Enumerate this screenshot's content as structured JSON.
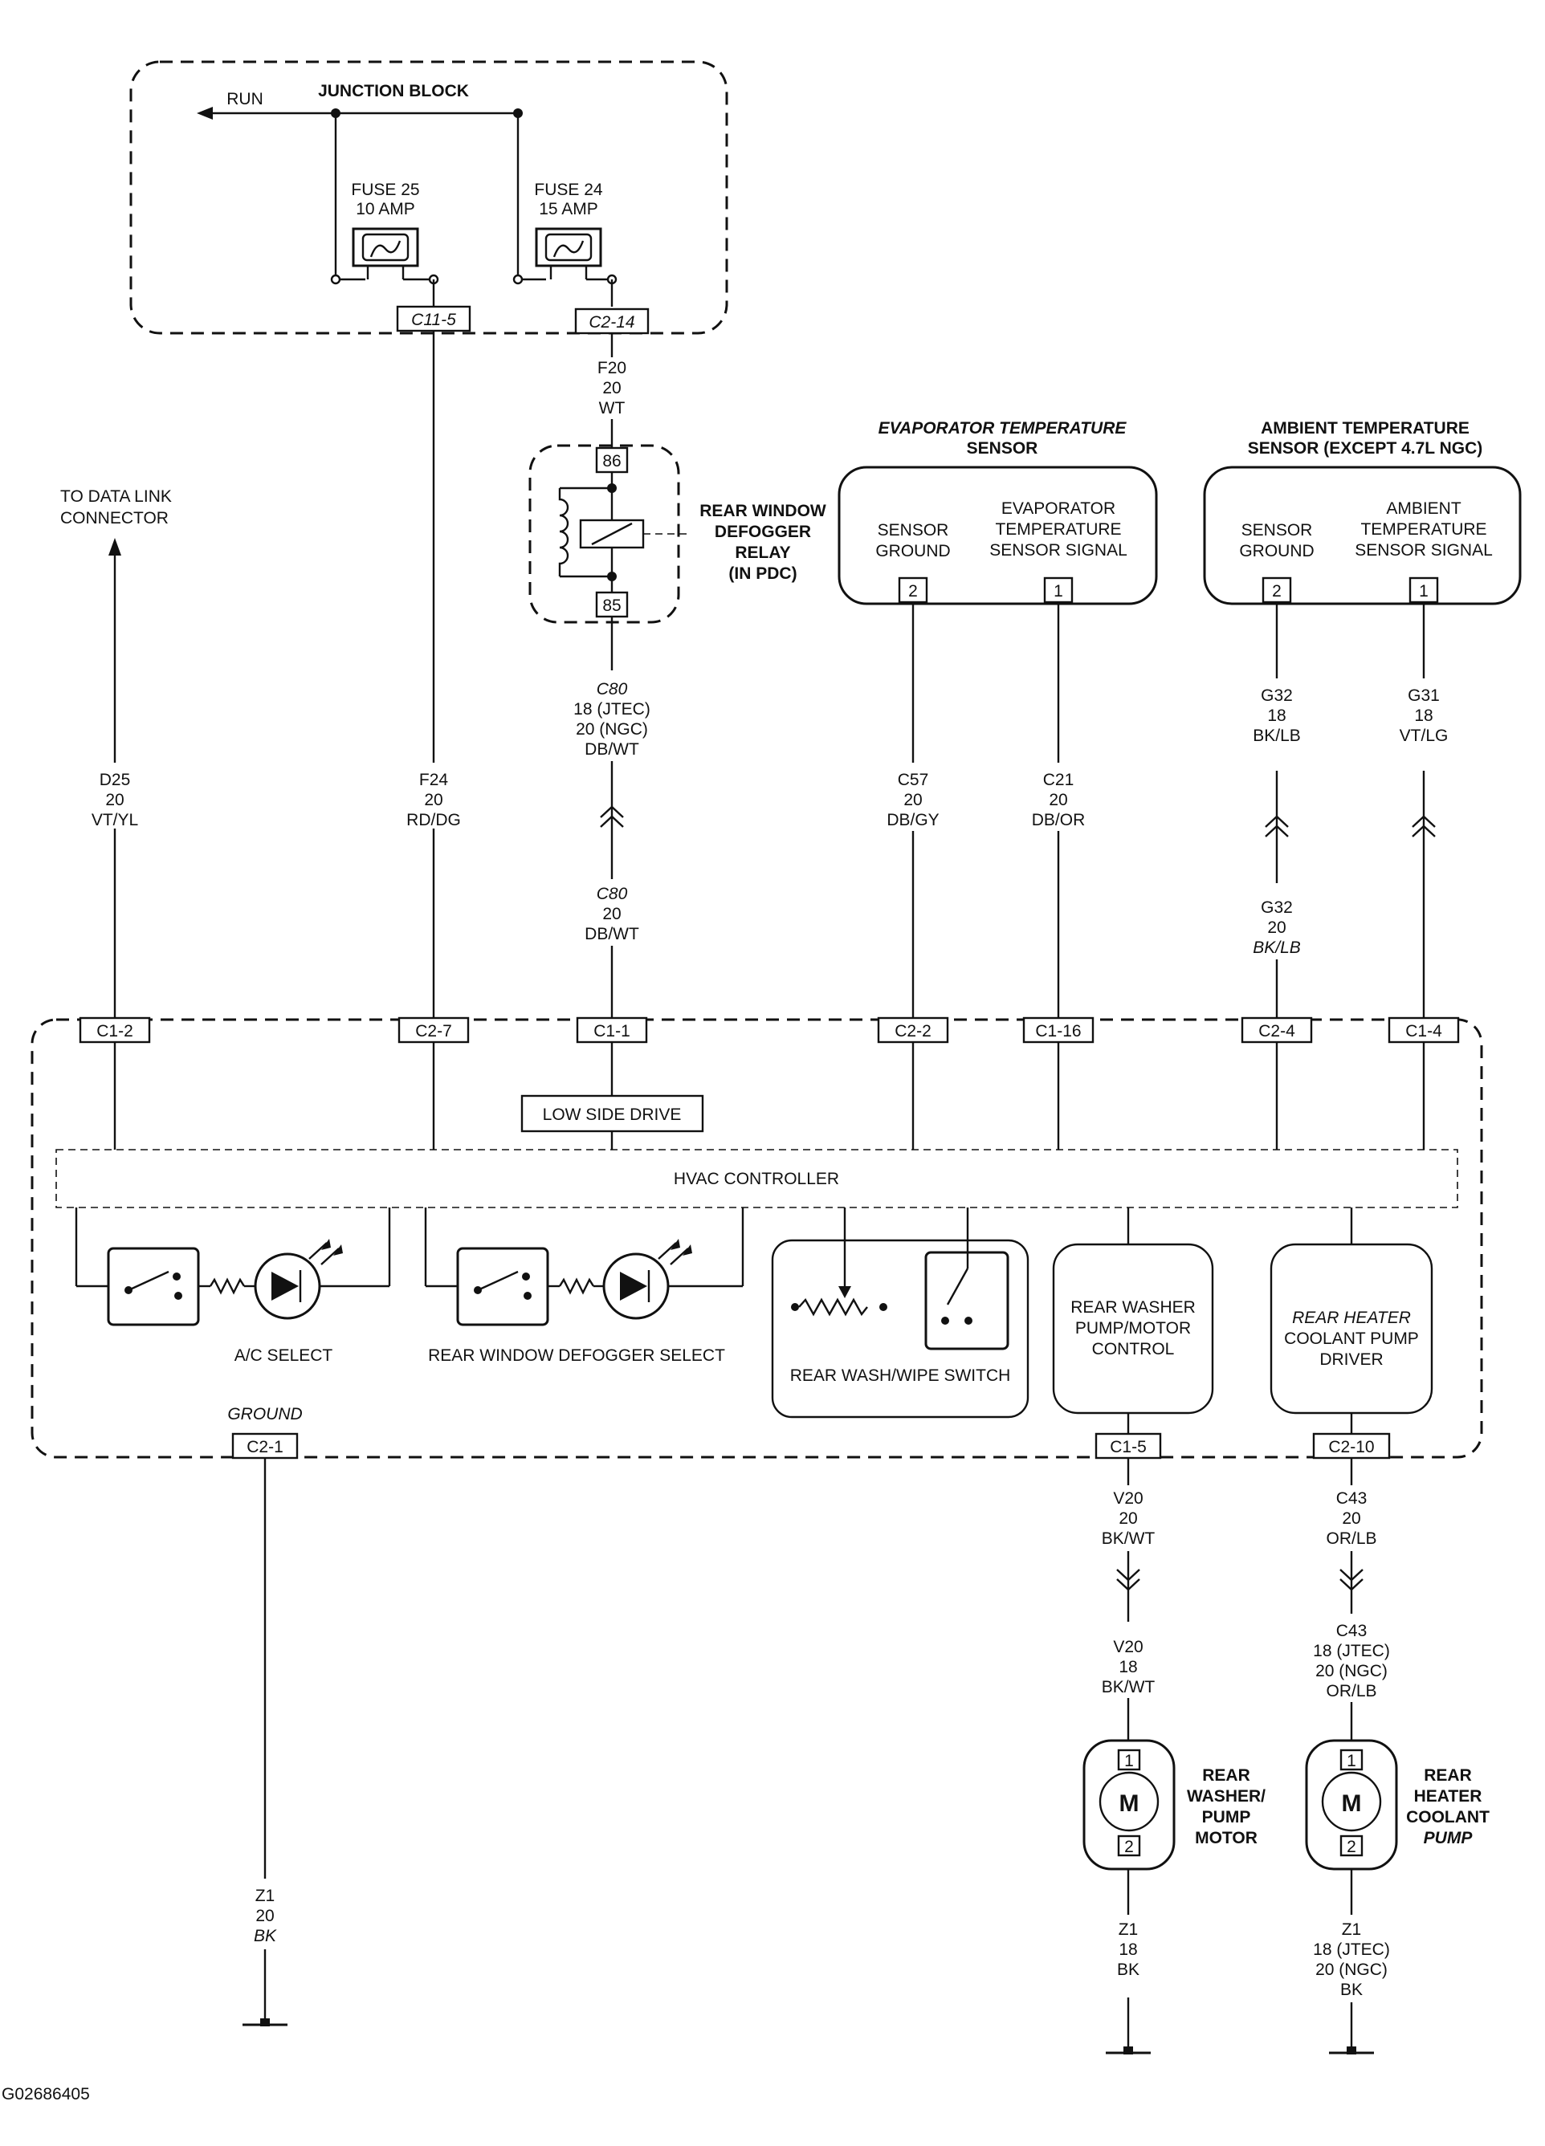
{
  "junction_block": {
    "title": "JUNCTION BLOCK",
    "run": "RUN",
    "fuse25_name": "FUSE 25",
    "fuse25_rating": "10 AMP",
    "fuse24_name": "FUSE 24",
    "fuse24_rating": "15 AMP",
    "conn_c11_5": "C11-5",
    "conn_c2_14": "C2-14"
  },
  "data_link": {
    "line1": "TO DATA LINK",
    "line2": "CONNECTOR"
  },
  "relay": {
    "title": [
      "REAR WINDOW",
      "DEFOGGER",
      "RELAY",
      "(IN PDC)"
    ],
    "pin_top": "86",
    "pin_bottom": "85"
  },
  "evap_sensor": {
    "title": [
      "EVAPORATOR TEMPERATURE",
      "SENSOR"
    ],
    "ground_label": [
      "SENSOR",
      "GROUND"
    ],
    "signal_label": [
      "EVAPORATOR",
      "TEMPERATURE",
      "SENSOR SIGNAL"
    ],
    "pin_ground": "2",
    "pin_signal": "1"
  },
  "ambient_sensor": {
    "title": [
      "AMBIENT TEMPERATURE",
      "SENSOR (EXCEPT 4.7L NGC)"
    ],
    "ground_label": [
      "SENSOR",
      "GROUND"
    ],
    "signal_label": [
      "AMBIENT",
      "TEMPERATURE",
      "SENSOR SIGNAL"
    ],
    "pin_ground": "2",
    "pin_signal": "1"
  },
  "wires": {
    "f20": [
      "F20",
      "20",
      "WT"
    ],
    "d25": [
      "D25",
      "20",
      "VT/YL"
    ],
    "f24": [
      "F24",
      "20",
      "RD/DG"
    ],
    "c80_top": [
      "C80",
      "18 (JTEC)",
      "20 (NGC)",
      "DB/WT"
    ],
    "c80_bottom": [
      "C80",
      "20",
      "DB/WT"
    ],
    "c57": [
      "C57",
      "20",
      "DB/GY"
    ],
    "c21": [
      "C21",
      "20",
      "DB/OR"
    ],
    "g32_top": [
      "G32",
      "18",
      "BK/LB"
    ],
    "g32_bottom": [
      "G32",
      "20",
      "BK/LB"
    ],
    "g31": [
      "G31",
      "18",
      "VT/LG"
    ],
    "v20_top": [
      "V20",
      "20",
      "BK/WT"
    ],
    "v20_bottom": [
      "V20",
      "18",
      "BK/WT"
    ],
    "c43_top": [
      "C43",
      "20",
      "OR/LB"
    ],
    "c43_bottom": [
      "C43",
      "18 (JTEC)",
      "20 (NGC)",
      "OR/LB"
    ],
    "z1_ground": [
      "Z1",
      "20",
      "BK"
    ],
    "z1_washer": [
      "Z1",
      "18",
      "BK"
    ],
    "z1_heater": [
      "Z1",
      "18 (JTEC)",
      "20 (NGC)",
      "BK"
    ]
  },
  "hvac": {
    "connectors": [
      "C1-2",
      "C2-7",
      "C1-1",
      "C2-2",
      "C1-16",
      "C2-4",
      "C1-4"
    ],
    "low_side_drive": "LOW SIDE DRIVE",
    "controller": "HVAC CONTROLLER",
    "ac_select": "A/C SELECT",
    "rear_defog_select": "REAR WINDOW DEFOGGER SELECT",
    "rear_wash_wipe": "REAR WASH/WIPE SWITCH",
    "washer_control": [
      "REAR WASHER",
      "PUMP/MOTOR",
      "CONTROL"
    ],
    "heater_driver": [
      "REAR HEATER",
      "COOLANT PUMP",
      "DRIVER"
    ],
    "ground_label": "GROUND",
    "conn_c2_1": "C2-1",
    "conn_c1_5": "C1-5",
    "conn_c2_10": "C2-10"
  },
  "washer_motor": {
    "title": [
      "REAR",
      "WASHER/",
      "PUMP",
      "MOTOR"
    ],
    "symbol": "M",
    "pin_top": "1",
    "pin_bottom": "2"
  },
  "heater_pump": {
    "title": [
      "REAR",
      "HEATER",
      "COOLANT",
      "PUMP"
    ],
    "symbol": "M",
    "pin_top": "1",
    "pin_bottom": "2"
  },
  "figure_id": "G02686405"
}
